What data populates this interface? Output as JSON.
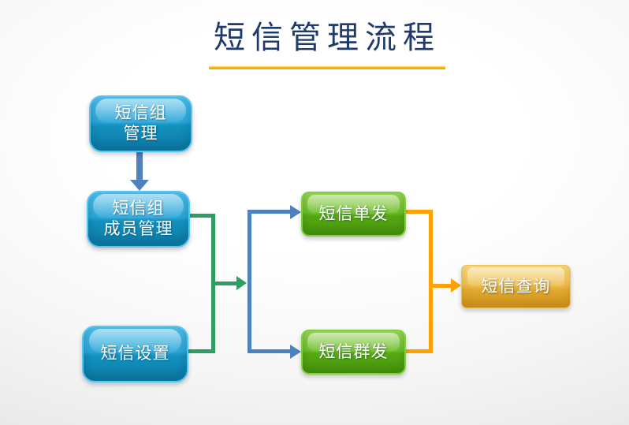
{
  "slide": {
    "title": "短信管理流程"
  },
  "colors": {
    "title_text": "#203A6B",
    "title_underline": "#F2B200",
    "blue_connector": "#4E81BD",
    "green_connector": "#2F9E63",
    "orange_connector": "#FFA005",
    "blue_node_fill": "#1B97C6",
    "green_node_fill": "#5FB21C",
    "orange_node_fill": "#E2A82E"
  },
  "nodes": [
    {
      "id": "sms-group-mgmt",
      "lines": [
        "短信组",
        "管理"
      ],
      "style": "blue"
    },
    {
      "id": "sms-group-member-mgmt",
      "lines": [
        "短信组",
        "成员管理"
      ],
      "style": "blue"
    },
    {
      "id": "sms-settings",
      "lines": [
        "短信设置"
      ],
      "style": "blue"
    },
    {
      "id": "sms-single-send",
      "lines": [
        "短信单发"
      ],
      "style": "green"
    },
    {
      "id": "sms-bulk-send",
      "lines": [
        "短信群发"
      ],
      "style": "green"
    },
    {
      "id": "sms-query",
      "lines": [
        "短信查询"
      ],
      "style": "orange"
    }
  ],
  "edges": [
    {
      "from": "sms-group-mgmt",
      "to": "sms-group-member-mgmt",
      "color": "#4E81BD"
    },
    {
      "from": "sms-group-member-mgmt",
      "to": "fan-junction",
      "color": "#2F9E63"
    },
    {
      "from": "sms-settings",
      "to": "fan-junction",
      "color": "#2F9E63"
    },
    {
      "from": "fan-junction",
      "to": "sms-single-send",
      "color": "#4E81BD"
    },
    {
      "from": "fan-junction",
      "to": "sms-bulk-send",
      "color": "#4E81BD"
    },
    {
      "from": "sms-single-send",
      "to": "sms-query",
      "color": "#FFA005"
    },
    {
      "from": "sms-bulk-send",
      "to": "sms-query",
      "color": "#FFA005"
    }
  ]
}
